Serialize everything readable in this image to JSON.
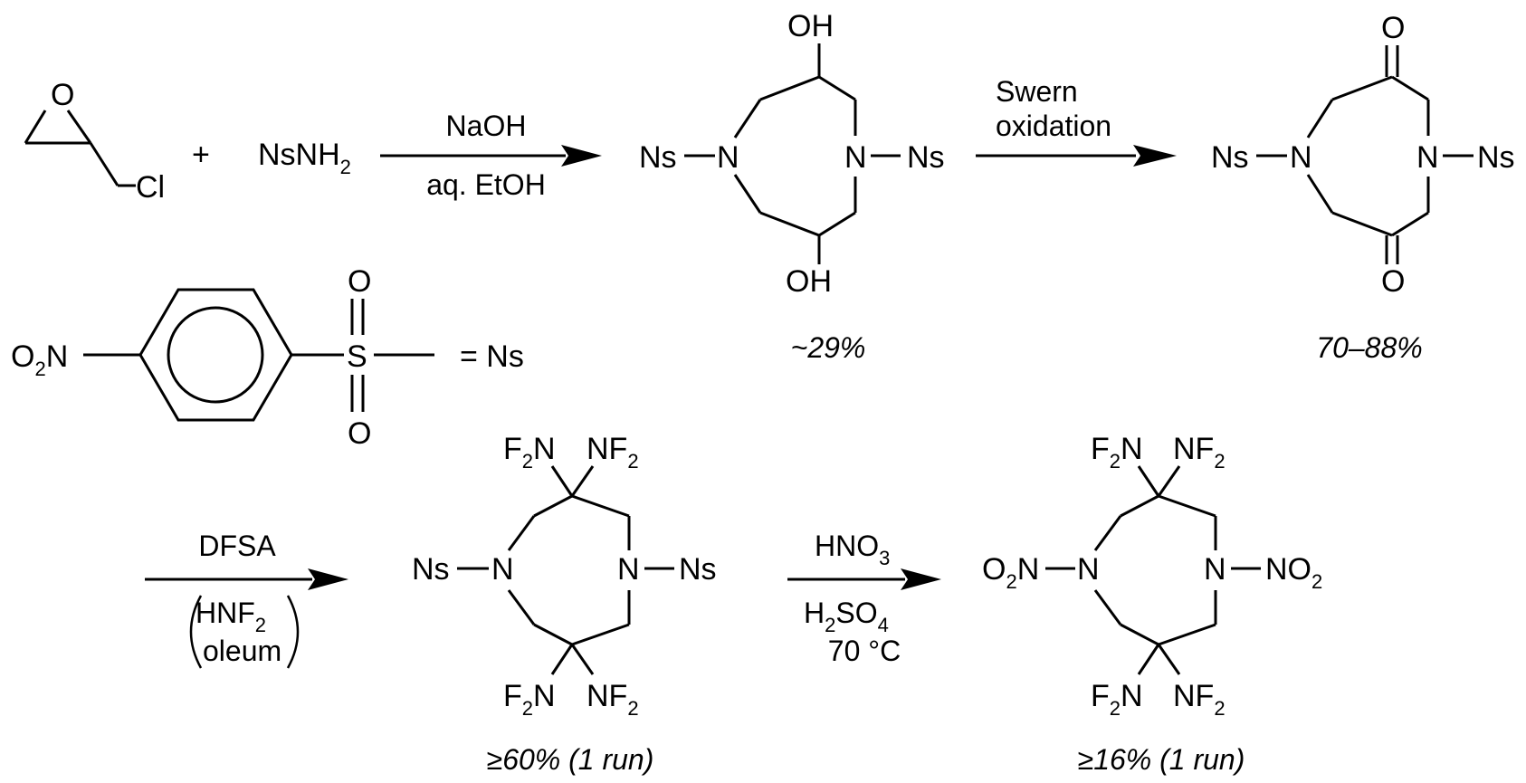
{
  "colors": {
    "ink": "#000000",
    "background": "#ffffff"
  },
  "reagents": {
    "epoxide_o": "O",
    "epoxide_cl": "Cl",
    "plus": "+",
    "nsnh2_main": "NsNH",
    "nsnh2_sub": "2"
  },
  "steps": [
    {
      "top": "NaOH",
      "bottom": "aq. EtOH"
    },
    {
      "top": "Swern",
      "bottom": "oxidation"
    },
    {
      "top": "DFSA",
      "paren_line1_main": "HNF",
      "paren_line1_sub": "2",
      "paren_line2": "oleum"
    },
    {
      "top_main": "HNO",
      "top_sub": "3",
      "mid_a": "H",
      "mid_a_sub": "2",
      "mid_b": "SO",
      "mid_b_sub": "4",
      "bottom": "70 °C"
    }
  ],
  "labels": {
    "ns": "Ns",
    "n": "N",
    "oh": "OH",
    "o": "O",
    "f2n_f": "F",
    "f2n_n": "N",
    "nf2_n": "NF",
    "sub2": "2",
    "o2n_o": "O",
    "o2n_n": "N",
    "no2_n": "NO",
    "s": "S",
    "ns_def": "= Ns"
  },
  "yields": {
    "diol": "~29%",
    "dione": "70–88%",
    "tetrakis": "≥60% (1 run)",
    "final": "≥16% (1 run)"
  }
}
